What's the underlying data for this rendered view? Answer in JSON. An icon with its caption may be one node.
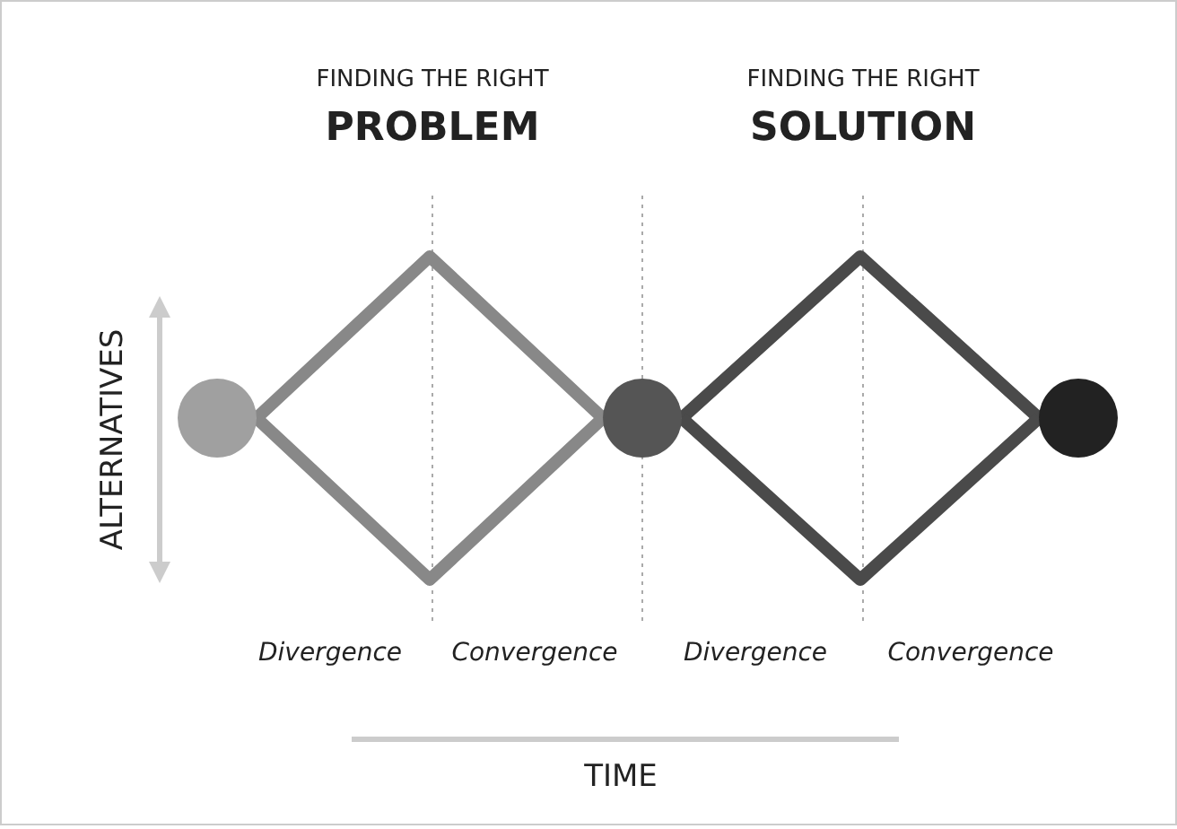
{
  "diagram": {
    "nodes": [
      {
        "text": [],
        "shape": "circle"
      },
      {
        "text": [],
        "shape": "circle"
      },
      {
        "text": [],
        "shape": "circle"
      }
    ],
    "edges": [
      {
        "from": 0,
        "to": 1,
        "arrow": "none"
      },
      {
        "from": 0,
        "to": 1,
        "arrow": "none"
      },
      {
        "from": 1,
        "to": 2,
        "arrow": "none",
        "color": "#4a4a4a"
      },
      {
        "from": 1,
        "to": 2,
        "arrow": "none",
        "color": "#4a4a4a"
      }
    ],
    "labels": [
      "FINDING THE RIGHT",
      "PROBLEM",
      "FINDING THE RIGHT",
      "SOLUTION",
      "ALTERNATIVES",
      "Divergence",
      "Convergence",
      "Divergence",
      "Convergence",
      "TIME"
    ]
  }
}
